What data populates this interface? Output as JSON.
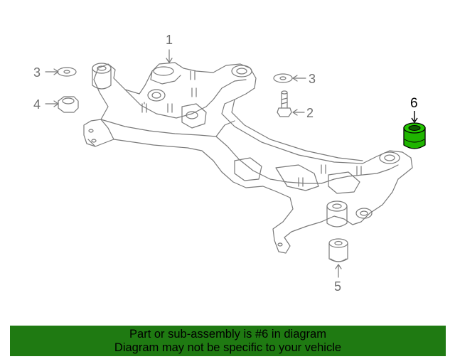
{
  "callouts": {
    "c1": "1",
    "c2": "2",
    "c3_left": "3",
    "c3_right": "3",
    "c4": "4",
    "c5": "5",
    "c6": "6"
  },
  "banner": {
    "line1": "Part or sub-assembly is #6 in diagram",
    "line2": "Diagram may not be specific to your vehicle"
  },
  "colors": {
    "highlight": "#1fb500",
    "banner_bg": "#1f7a12",
    "line_art": "#7a7a7a"
  }
}
